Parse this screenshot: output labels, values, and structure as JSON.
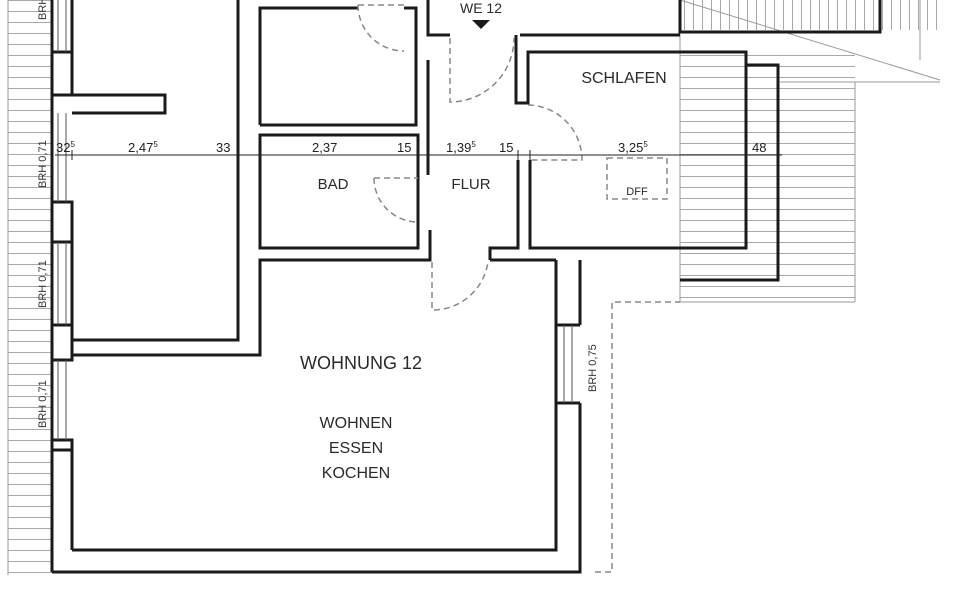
{
  "unit": {
    "name": "WOHNUNG 12",
    "entrance_label": "WE 12"
  },
  "rooms": {
    "schlafen": "SCHLAFEN",
    "bad": "BAD",
    "flur": "FLUR",
    "wohnen_line1": "WOHNEN",
    "wohnen_line2": "ESSEN",
    "wohnen_line3": "KOCHEN",
    "dff": "DFF"
  },
  "dimensions": {
    "d1": "32",
    "d1_sup": "5",
    "d2": "2,47",
    "d2_sup": "5",
    "d3": "33",
    "d4": "2,37",
    "d5": "15",
    "d6": "1,39",
    "d6_sup": "5",
    "d7": "15",
    "d8": "3,25",
    "d8_sup": "5",
    "d9": "48"
  },
  "sill_heights": {
    "top": "BRH",
    "w1": "BRH 0,71",
    "w2": "BRH 0,71",
    "w3": "BRH 0,71",
    "w4": "BRH 0,75"
  },
  "colors": {
    "wall": "#1a1a1a",
    "dashed": "#888888",
    "hatch": "#9a9a9a"
  }
}
